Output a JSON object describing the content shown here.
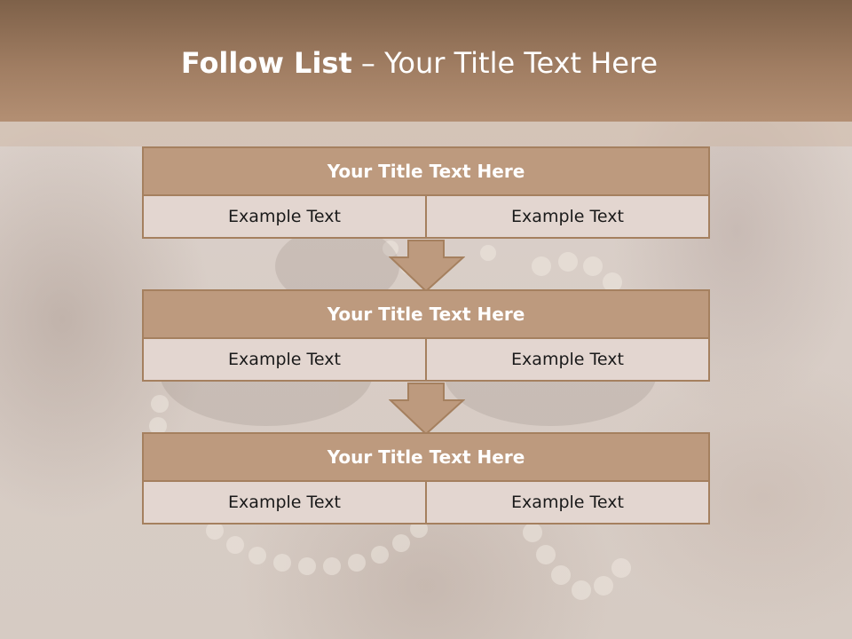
{
  "slide": {
    "title_bold": "Follow List",
    "title_rest": " – Your Title Text Here"
  },
  "blocks": [
    {
      "title": "Your Title Text Here",
      "left_text": "Example Text",
      "right_text": "Example Text"
    },
    {
      "title": "Your Title Text Here",
      "left_text": "Example Text",
      "right_text": "Example Text"
    },
    {
      "title": "Your Title Text Here",
      "left_text": "Example Text",
      "right_text": "Example Text"
    }
  ],
  "colors": {
    "header": "#a07d62",
    "block_title_fill": "#bd9a7e",
    "block_border": "#a5805f",
    "cell_fill": "#e3d6d0"
  }
}
